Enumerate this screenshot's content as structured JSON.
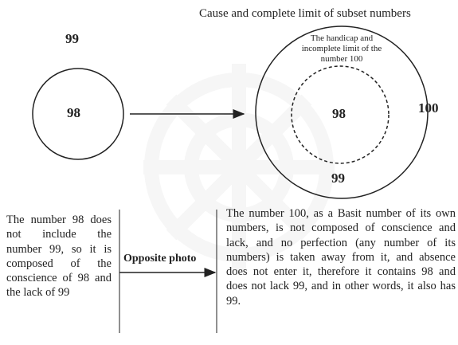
{
  "title": "Cause and complete limit of subset numbers",
  "left_circle": {
    "outside_label": "99",
    "inside_label": "98"
  },
  "right_circle": {
    "inner_note": "The handicap and incomplete limit of the number 100",
    "inner_label": "98",
    "outer_bottom_label": "99",
    "outer_right_label": "100"
  },
  "left_text": "The number 98 does not include the number 99, so it is composed of the conscience of 98 and the lack of 99",
  "connector_label": "Opposite photo",
  "right_text": "The number 100, as a Basit number of its own numbers, is not composed of conscience and lack, and no perfection (any number of its numbers) is taken away from it, and absence does not enter it, therefore it contains 98 and does not lack 99, and in other words, it also has 99.",
  "colors": {
    "ink": "#222222",
    "watermark": "#9a9a9a"
  }
}
